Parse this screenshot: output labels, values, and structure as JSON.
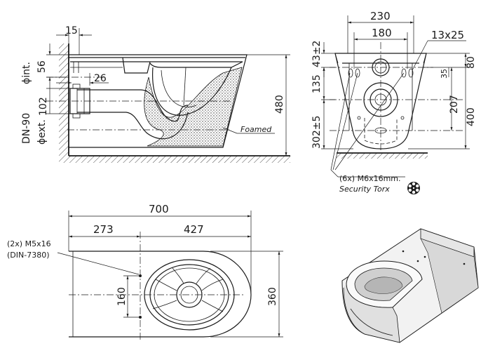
{
  "side_view": {
    "dim_15": "15",
    "dim_56": "56",
    "dim_26": "26",
    "dim_102": "102",
    "dim_480": "480",
    "label_int": "ϕint.",
    "label_dn": "DN-90",
    "label_ext": "ϕext.",
    "label_foamed": "Foamed"
  },
  "front_view": {
    "dim_230": "230",
    "dim_180": "180",
    "dim_13x25": "13x25",
    "dim_43": "43±2",
    "dim_35": "35",
    "dim_80": "80",
    "dim_135": "135",
    "dim_207": "207",
    "dim_400": "400",
    "dim_302": "302±5",
    "note_bolts": "(6x) M6x16mm.",
    "note_torx": "Security Torx"
  },
  "top_view": {
    "dim_700": "700",
    "dim_273": "273",
    "dim_427": "427",
    "dim_160": "160",
    "dim_360": "360",
    "note_screws": "(2x) M5x16",
    "note_din": "(DIN-7380)"
  },
  "icons": {
    "torx": "security-torx-icon"
  }
}
